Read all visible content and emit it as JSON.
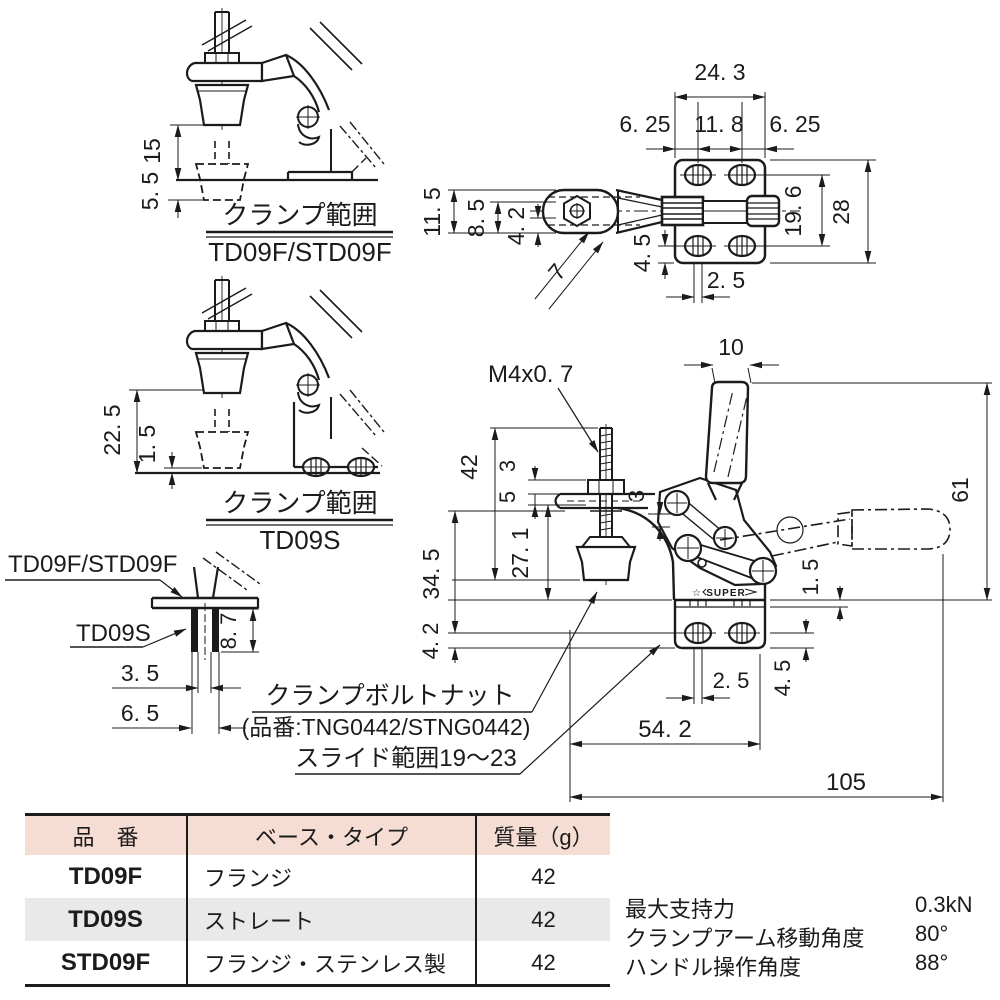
{
  "views": {
    "side_flange": {
      "dim_height": "15",
      "dim_below": "5. 5",
      "caption": "クランプ範囲",
      "model": "TD09F/STD09F"
    },
    "side_straight": {
      "dim_height": "22. 5",
      "dim_above": "1. 5",
      "caption": "クランプ範囲",
      "model": "TD09S"
    },
    "plan": {
      "dim_width": "24. 3",
      "dim_left": "6. 25",
      "dim_center": "11. 8",
      "dim_right": "6. 25",
      "dim_h1": "11. 5",
      "dim_h2": "8. 5",
      "dim_h3": "4. 2",
      "dim_holes": "19. 6",
      "dim_depth": "28",
      "dim_hole_edge": "4. 5",
      "dim_slot": "2. 5",
      "dim_slot_width": "7"
    },
    "base_detail": {
      "label_flange": "TD09F/STD09F",
      "label_straight": "TD09S",
      "dim_inner": "3. 5",
      "dim_outer": "6. 5",
      "dim_height": "8. 7"
    },
    "front": {
      "thread": "M4x0. 7",
      "dim_handle": "10",
      "dim_spindle": "42",
      "dim_nut": "3",
      "dim_washer": "5",
      "dim_arm_plate": "3",
      "dim_arm": "27. 1",
      "dim_body": "34. 5",
      "dim_hole_bottom": "4. 2",
      "dim_height": "61",
      "dim_step": "1. 5",
      "dim_hole_edge": "4. 5",
      "dim_slot": "2. 5",
      "dim_base": "54. 2",
      "dim_total": "105",
      "logo": "SUPER"
    },
    "notes": {
      "line1": "クランプボルトナット",
      "line2": "(品番:TNG0442/STNG0442)",
      "line3": "スライド範囲19～23"
    }
  },
  "icons": {
    "star": "☆"
  },
  "table": {
    "headers": [
      "品　番",
      "ベース・タイプ",
      "質量（g）"
    ],
    "rows": [
      {
        "part": "TD09F",
        "base": "フランジ",
        "mass": "42"
      },
      {
        "part": "TD09S",
        "base": "ストレート",
        "mass": "42"
      },
      {
        "part": "STD09F",
        "base": "フランジ・ステンレス製",
        "mass": "42"
      }
    ],
    "header_bg": "#f5ddd3",
    "alt_row_bg": "#e9e9e9"
  },
  "specs": {
    "items": [
      {
        "label": "最大支持力",
        "value": "0.3kN"
      },
      {
        "label": "クランプアーム移動角度",
        "value": "80°"
      },
      {
        "label": "ハンドル操作角度",
        "value": "88°"
      }
    ]
  },
  "colors": {
    "line": "#1b1b1b",
    "background": "#ffffff"
  }
}
